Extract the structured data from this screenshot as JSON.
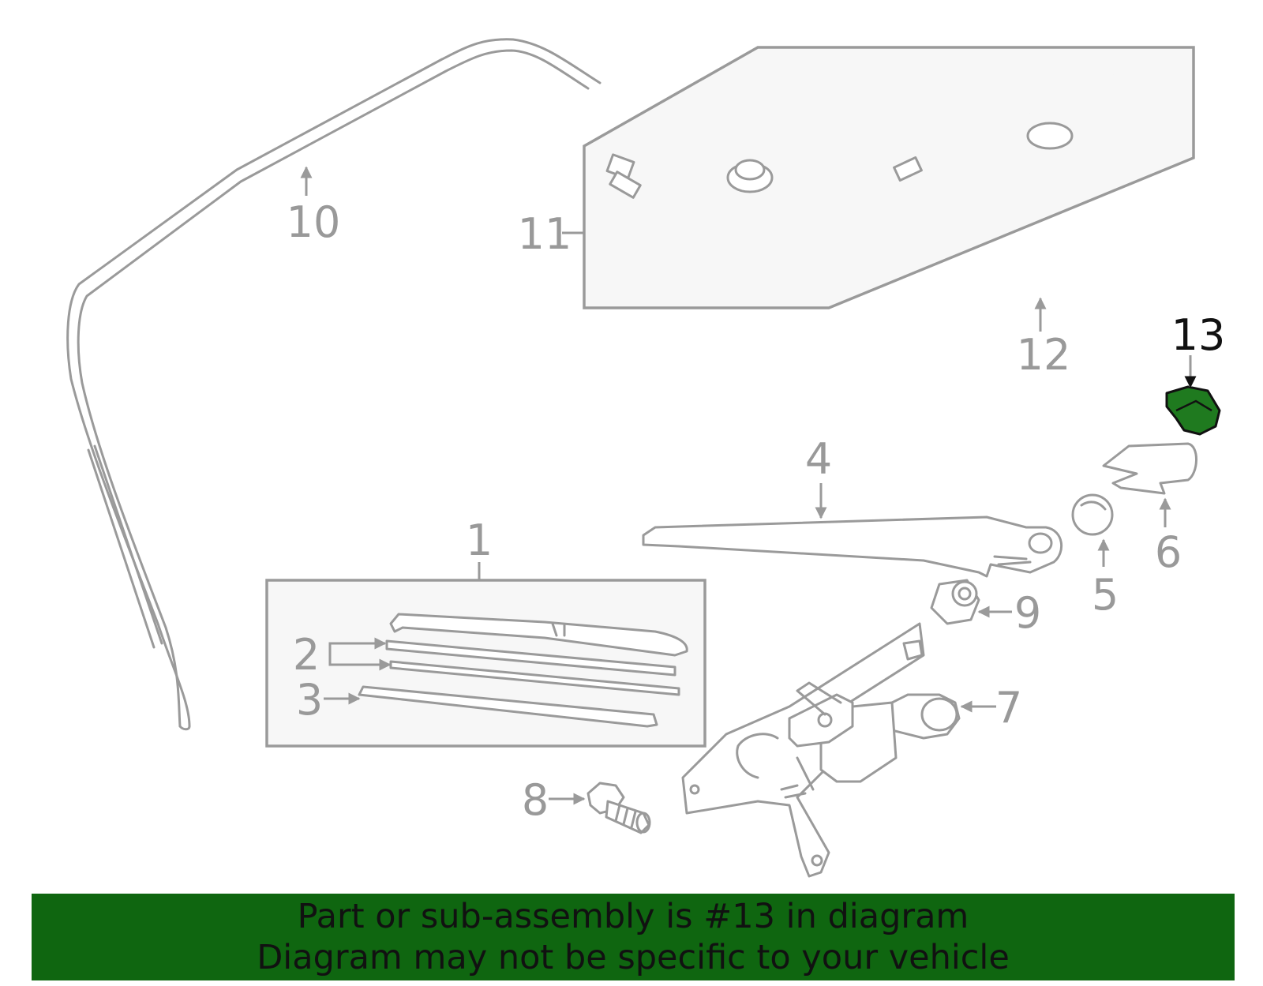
{
  "diagram": {
    "callouts": [
      {
        "number": "1"
      },
      {
        "number": "2"
      },
      {
        "number": "3"
      },
      {
        "number": "4"
      },
      {
        "number": "5"
      },
      {
        "number": "6"
      },
      {
        "number": "7"
      },
      {
        "number": "8"
      },
      {
        "number": "9"
      },
      {
        "number": "10"
      },
      {
        "number": "11"
      },
      {
        "number": "12"
      },
      {
        "number": "13"
      }
    ],
    "highlighted_part": "13",
    "colors": {
      "highlight_fill": "#1f7a1f",
      "line_gray": "#9a9a9a",
      "banner_green": "#0f6610"
    }
  },
  "banner": {
    "line1": "Part or sub-assembly is #13 in diagram",
    "line2": "Diagram may not be specific to your vehicle"
  }
}
